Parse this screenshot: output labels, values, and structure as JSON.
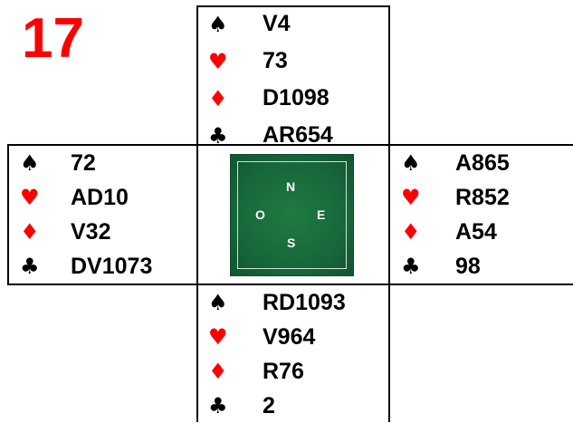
{
  "deal_number": "17",
  "hands": {
    "north": [
      {
        "suit": "♠",
        "color": "black",
        "cards": "V4"
      },
      {
        "suit": "♥",
        "color": "red",
        "cards": "73"
      },
      {
        "suit": "♦",
        "color": "red",
        "cards": "D1098"
      },
      {
        "suit": "♣",
        "color": "black",
        "cards": "AR654"
      }
    ],
    "west": [
      {
        "suit": "♠",
        "color": "black",
        "cards": "72"
      },
      {
        "suit": "♥",
        "color": "red",
        "cards": "AD10"
      },
      {
        "suit": "♦",
        "color": "red",
        "cards": "V32"
      },
      {
        "suit": "♣",
        "color": "black",
        "cards": "DV1073"
      }
    ],
    "east": [
      {
        "suit": "♠",
        "color": "black",
        "cards": "A865"
      },
      {
        "suit": "♥",
        "color": "red",
        "cards": "R852"
      },
      {
        "suit": "♦",
        "color": "red",
        "cards": "A54"
      },
      {
        "suit": "♣",
        "color": "black",
        "cards": "98"
      }
    ],
    "south": [
      {
        "suit": "♠",
        "color": "black",
        "cards": "RD1093"
      },
      {
        "suit": "♥",
        "color": "red",
        "cards": "V964"
      },
      {
        "suit": "♦",
        "color": "red",
        "cards": "R76"
      },
      {
        "suit": "♣",
        "color": "black",
        "cards": "2"
      }
    ]
  },
  "compass": {
    "n": "N",
    "s": "S",
    "e": "E",
    "w": "O"
  },
  "colors": {
    "red": "#ff0000",
    "felt": "#17683a"
  }
}
